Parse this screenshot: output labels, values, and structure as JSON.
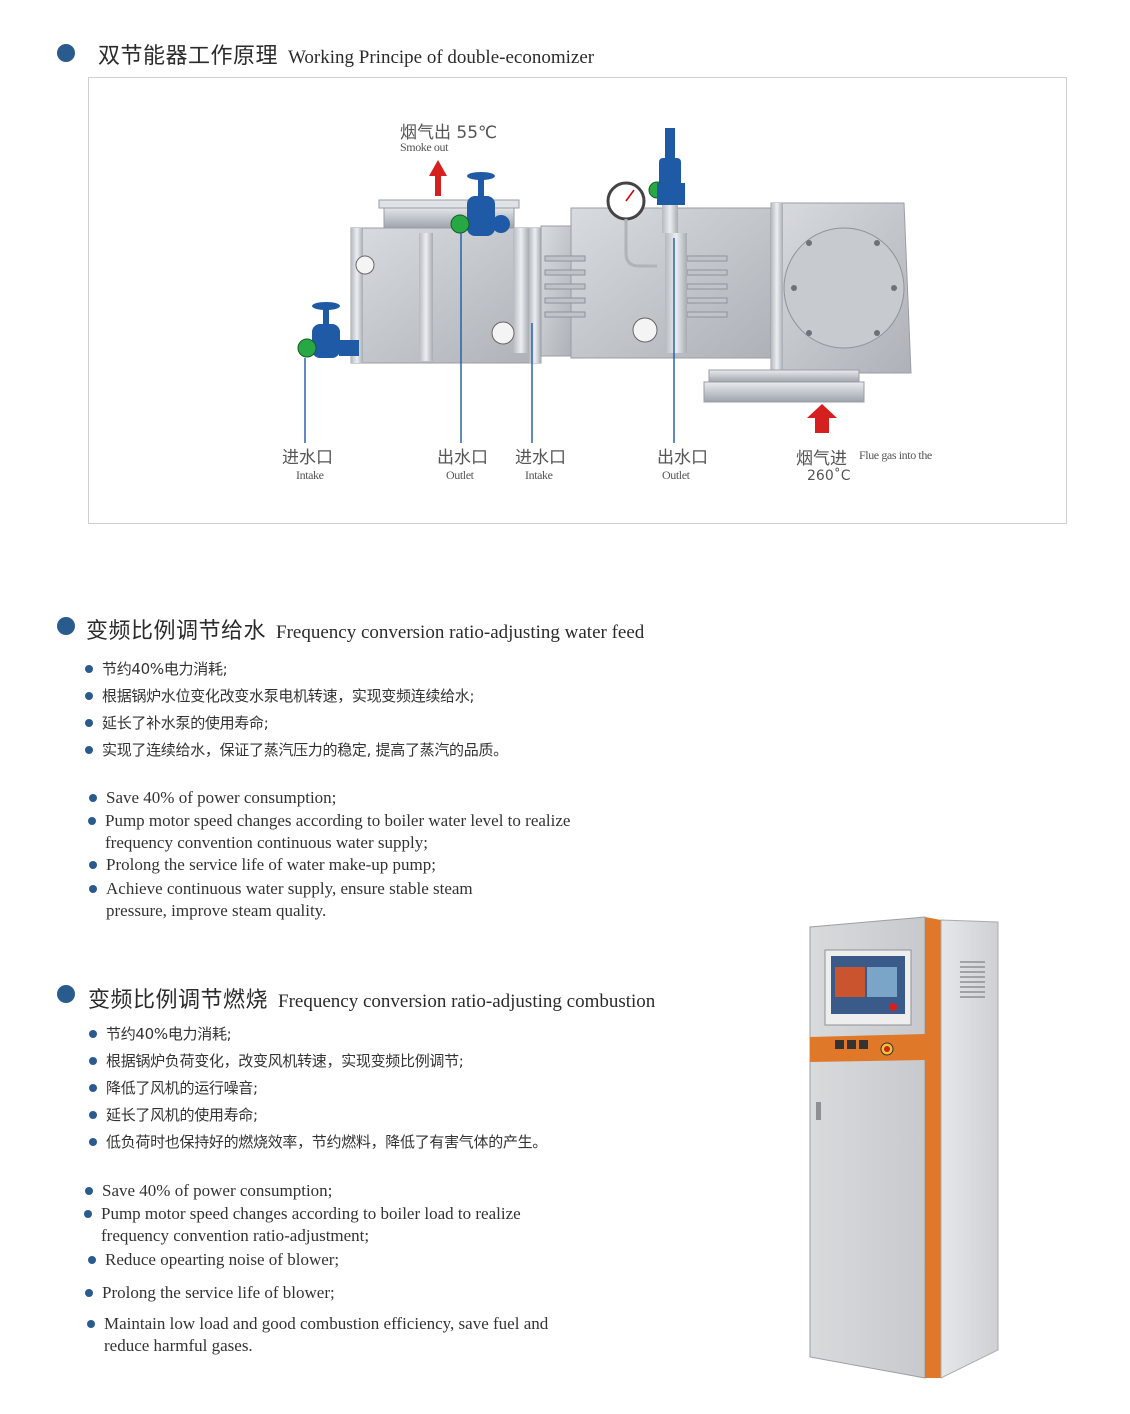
{
  "section1": {
    "title_cn": "双节能器工作原理",
    "title_en": "Working Principe of double-economizer"
  },
  "diagram": {
    "smoke_out_cn": "烟气出",
    "smoke_out_temp": "55℃",
    "smoke_out_en": "Smoke out",
    "labels": [
      {
        "cn": "进水口",
        "en": "Intake"
      },
      {
        "cn": "出水口",
        "en": "Outlet"
      },
      {
        "cn": "进水口",
        "en": "Intake"
      },
      {
        "cn": "出水口",
        "en": "Outlet"
      }
    ],
    "flue_in_cn": "烟气进",
    "flue_in_en": "Flue gas into the",
    "flue_in_temp": "260˚C",
    "colors": {
      "valve": "#1f5aa6",
      "valve_ring": "#27a845",
      "arrow": "#d62020",
      "steel": "#c9ccd1"
    }
  },
  "section2": {
    "title_cn": "变频比例调节给水",
    "title_en": "Frequency conversion ratio-adjusting water feed",
    "bullets_cn": [
      "节约40%电力消耗;",
      "根据锅炉水位变化改变水泵电机转速，实现变频连续给水;",
      "延长了补水泵的使用寿命;",
      "实现了连续给水，保证了蒸汽压力的稳定, 提高了蒸汽的品质。"
    ],
    "bullets_en": [
      [
        "Save 40% of power consumption;"
      ],
      [
        "Pump motor speed changes according to boiler water level to realize",
        "frequency convention continuous water supply;"
      ],
      [
        "Prolong the service life of water make-up pump;"
      ],
      [
        "Achieve continuous water supply, ensure stable steam",
        "pressure, improve steam quality."
      ]
    ]
  },
  "section3": {
    "title_cn": "变频比例调节燃烧",
    "title_en": "Frequency conversion ratio-adjusting combustion",
    "bullets_cn": [
      "节约40%电力消耗;",
      "根据锅炉负荷变化，改变风机转速，实现变频比例调节;",
      "降低了风机的运行噪音;",
      "延长了风机的使用寿命;",
      "低负荷时也保持好的燃烧效率，节约燃料，降低了有害气体的产生。"
    ],
    "bullets_en": [
      [
        "Save 40% of power consumption;"
      ],
      [
        "Pump motor speed changes according to boiler load to realize",
        "frequency convention ratio-adjustment;"
      ],
      [
        "Reduce opearting noise of blower;"
      ],
      [
        "Prolong the service life of blower;"
      ],
      [
        "Maintain low load and good combustion efficiency, save fuel and",
        "reduce harmful gases."
      ]
    ]
  },
  "cabinet": {
    "colors": {
      "body": "#dcdcdc",
      "accent": "#e0782a",
      "screen": "#3a5a8a"
    }
  }
}
